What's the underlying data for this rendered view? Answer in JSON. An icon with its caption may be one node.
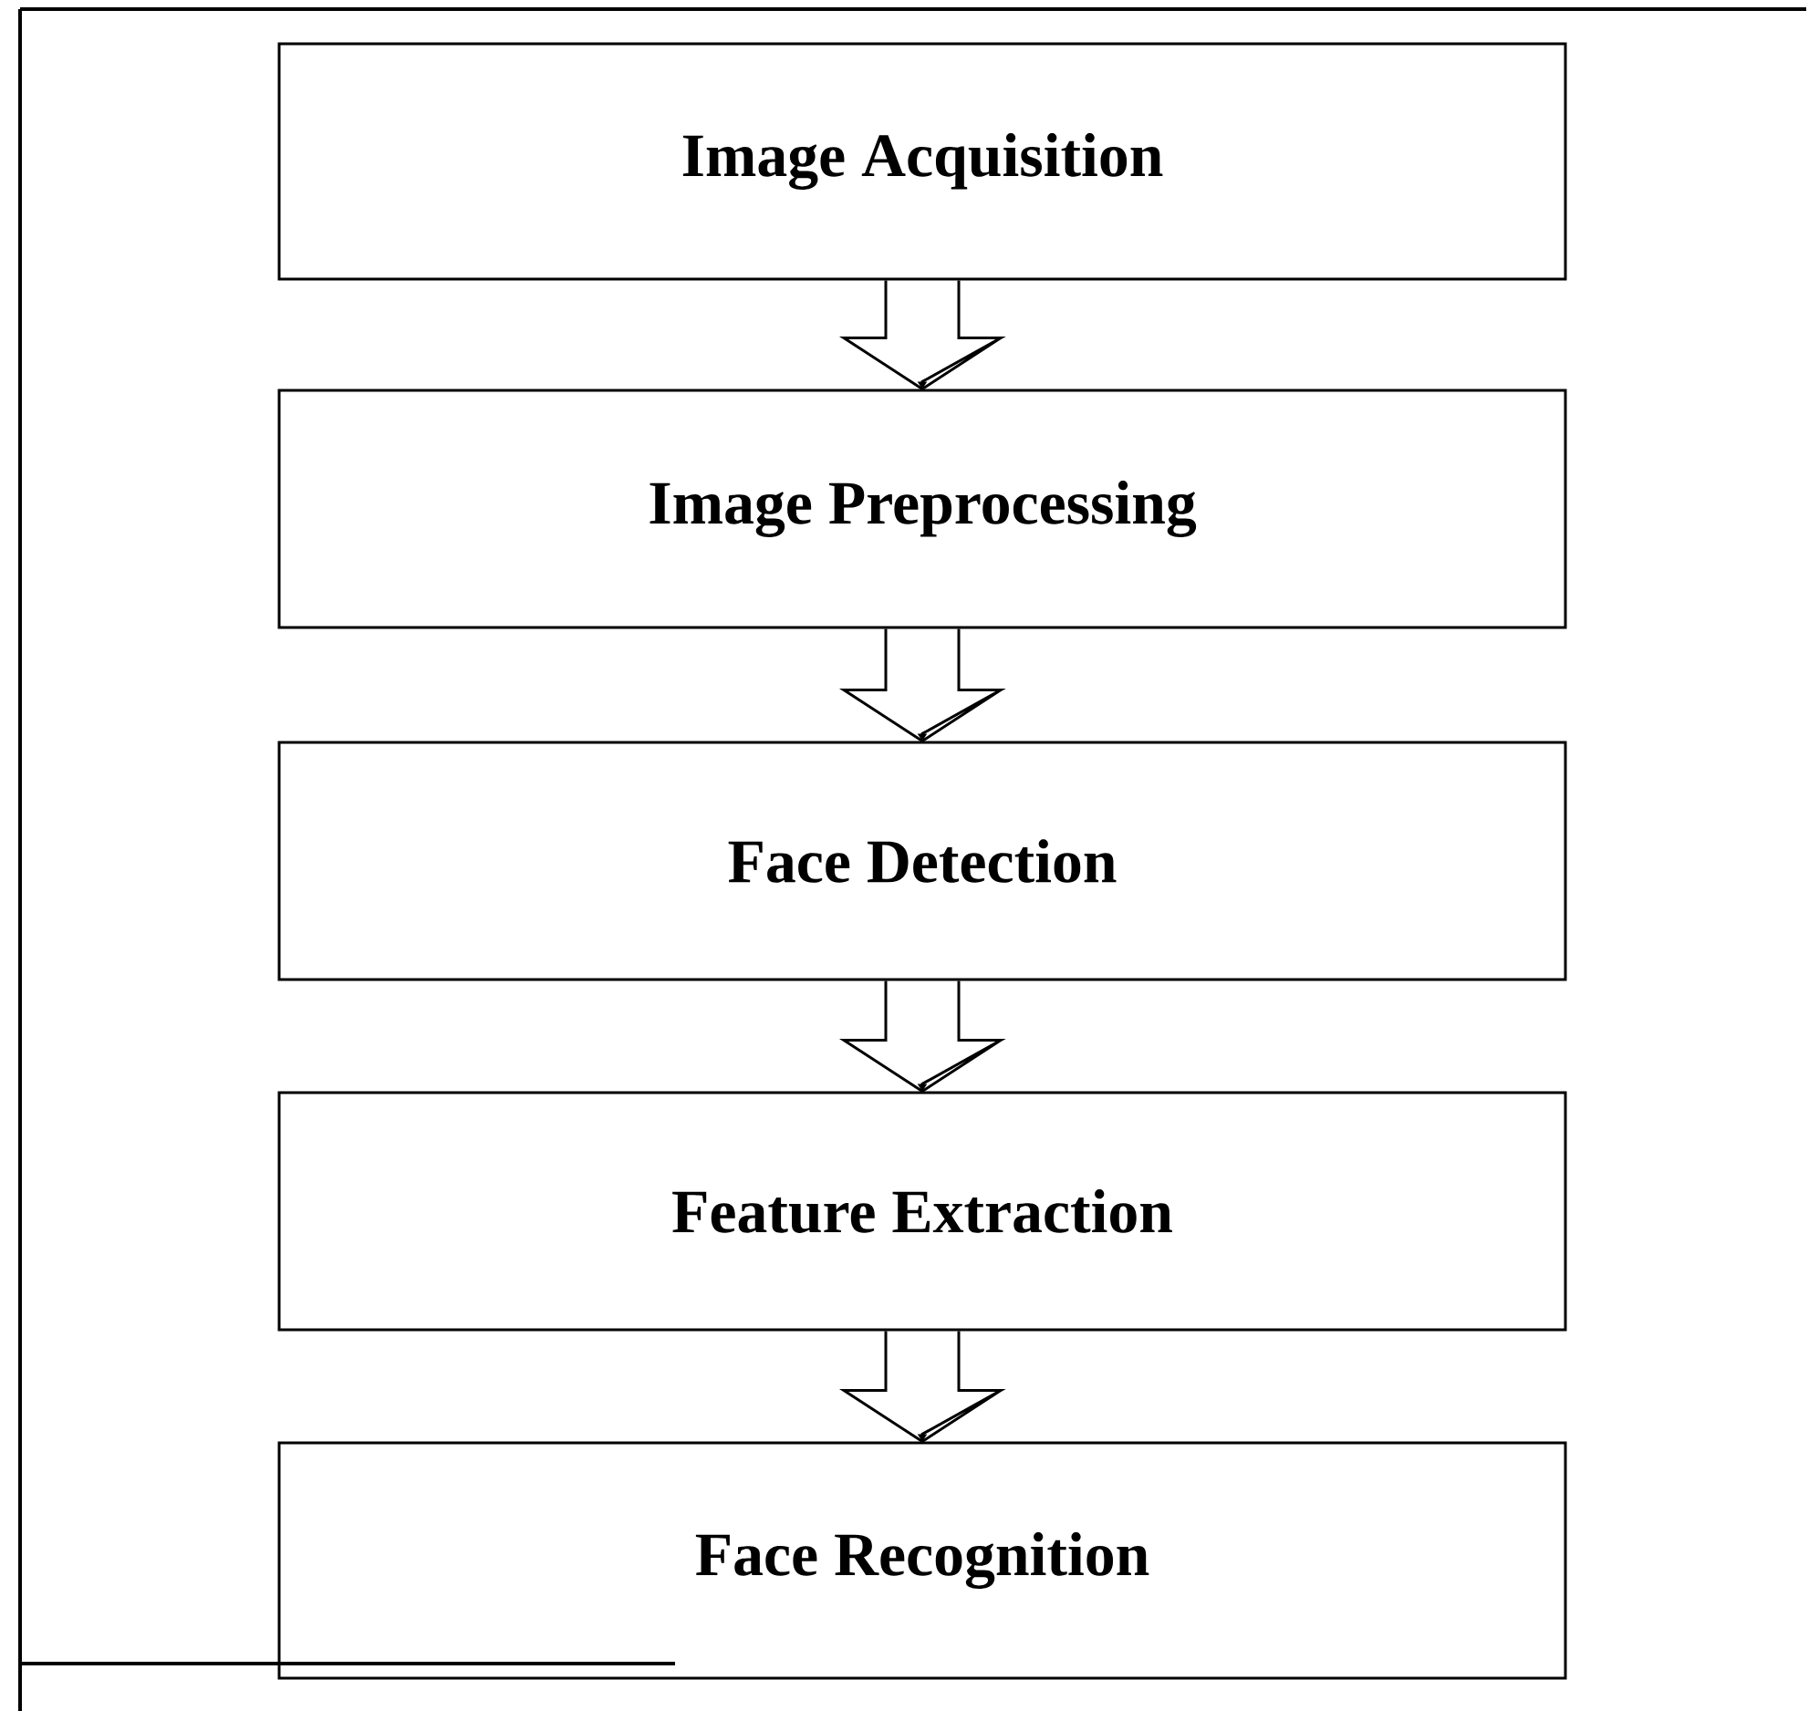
{
  "diagram": {
    "nodes": [
      {
        "text": [
          "Image Acquisition"
        ]
      },
      {
        "text": [
          "Image Preprocessing"
        ]
      },
      {
        "text": [
          "Face Detection"
        ]
      },
      {
        "text": [
          "Feature Extraction"
        ]
      },
      {
        "text": [
          "Face Recognition"
        ]
      }
    ],
    "edges": [
      {
        "from": 0,
        "to": 1,
        "arrow": "to"
      },
      {
        "from": 1,
        "to": 2,
        "arrow": "to"
      },
      {
        "from": 2,
        "to": 3,
        "arrow": "to"
      },
      {
        "from": 3,
        "to": 4,
        "arrow": "to"
      }
    ]
  }
}
